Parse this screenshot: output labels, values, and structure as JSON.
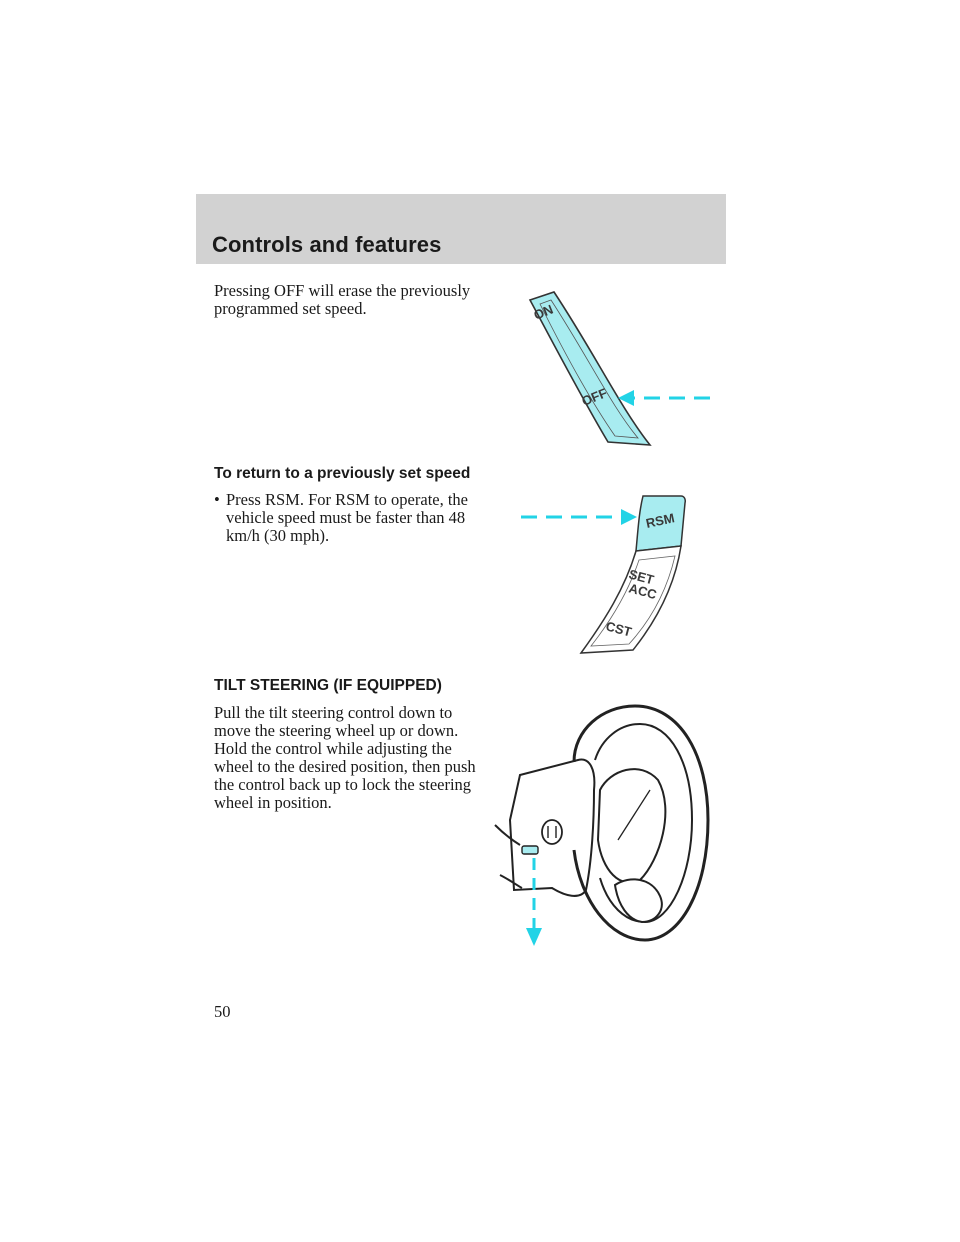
{
  "header": {
    "title": "Controls and features"
  },
  "sections": {
    "off": {
      "text": "Pressing OFF will erase the previously programmed set speed."
    },
    "resume": {
      "heading": "To return to a previously set speed",
      "bullet_symbol": "•",
      "bullet_text": "Press RSM. For RSM to operate, the vehicle speed must be faster than 48 km/h (30 mph)."
    },
    "tilt": {
      "heading": "TILT STEERING (IF EQUIPPED)",
      "text": "Pull the tilt steering control down to move the steering wheel up or down. Hold the control while adjusting the wheel to the desired position, then push the control back up to lock the steering wheel in position."
    }
  },
  "illustrations": {
    "on_off": {
      "on_label": "ON",
      "off_label": "OFF"
    },
    "rsm": {
      "rsm_label": "RSM",
      "set_label": "SET",
      "acc_label": "ACC",
      "cst_label": "CST"
    }
  },
  "colors": {
    "accent": "#a8ecf0",
    "arrow": "#22d3e6",
    "header_band": "#d2d2d2"
  },
  "footer": {
    "page_number": "50"
  }
}
